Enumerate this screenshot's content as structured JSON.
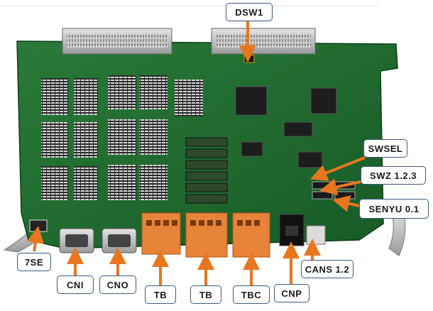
{
  "photo": {
    "subject": "printed-circuit-board",
    "board_color": "#1f6b2f",
    "connector_color": "#e8833a",
    "arrow_color": "#e8761e"
  },
  "callouts": {
    "dsw1": "DSW1",
    "swsel": "SWSEL",
    "swz": "SWZ 1.2.3",
    "senyu": "SENYU 0.1",
    "seg7": "7SE",
    "cni": "CNI",
    "cno": "CNO",
    "tb_left": "TB",
    "tb_mid": "TB",
    "tbc": "TBC",
    "cnp": "CNP",
    "cans": "CANS 1.2"
  }
}
